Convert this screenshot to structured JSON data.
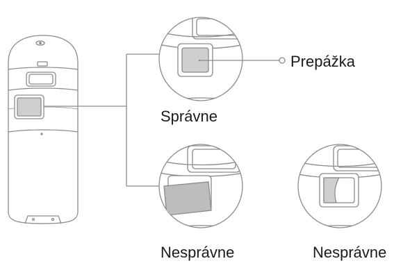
{
  "labels": {
    "callout": "Prepážka",
    "correct": "Správne",
    "incorrect_1": "Nesprávne",
    "incorrect_2": "Nesprávne"
  },
  "colors": {
    "stroke": "#8a8a8a",
    "shield_fill": "#cfcfcf",
    "shield_fill_wrong": "#bdbdbd",
    "text": "#1a1a1a"
  }
}
